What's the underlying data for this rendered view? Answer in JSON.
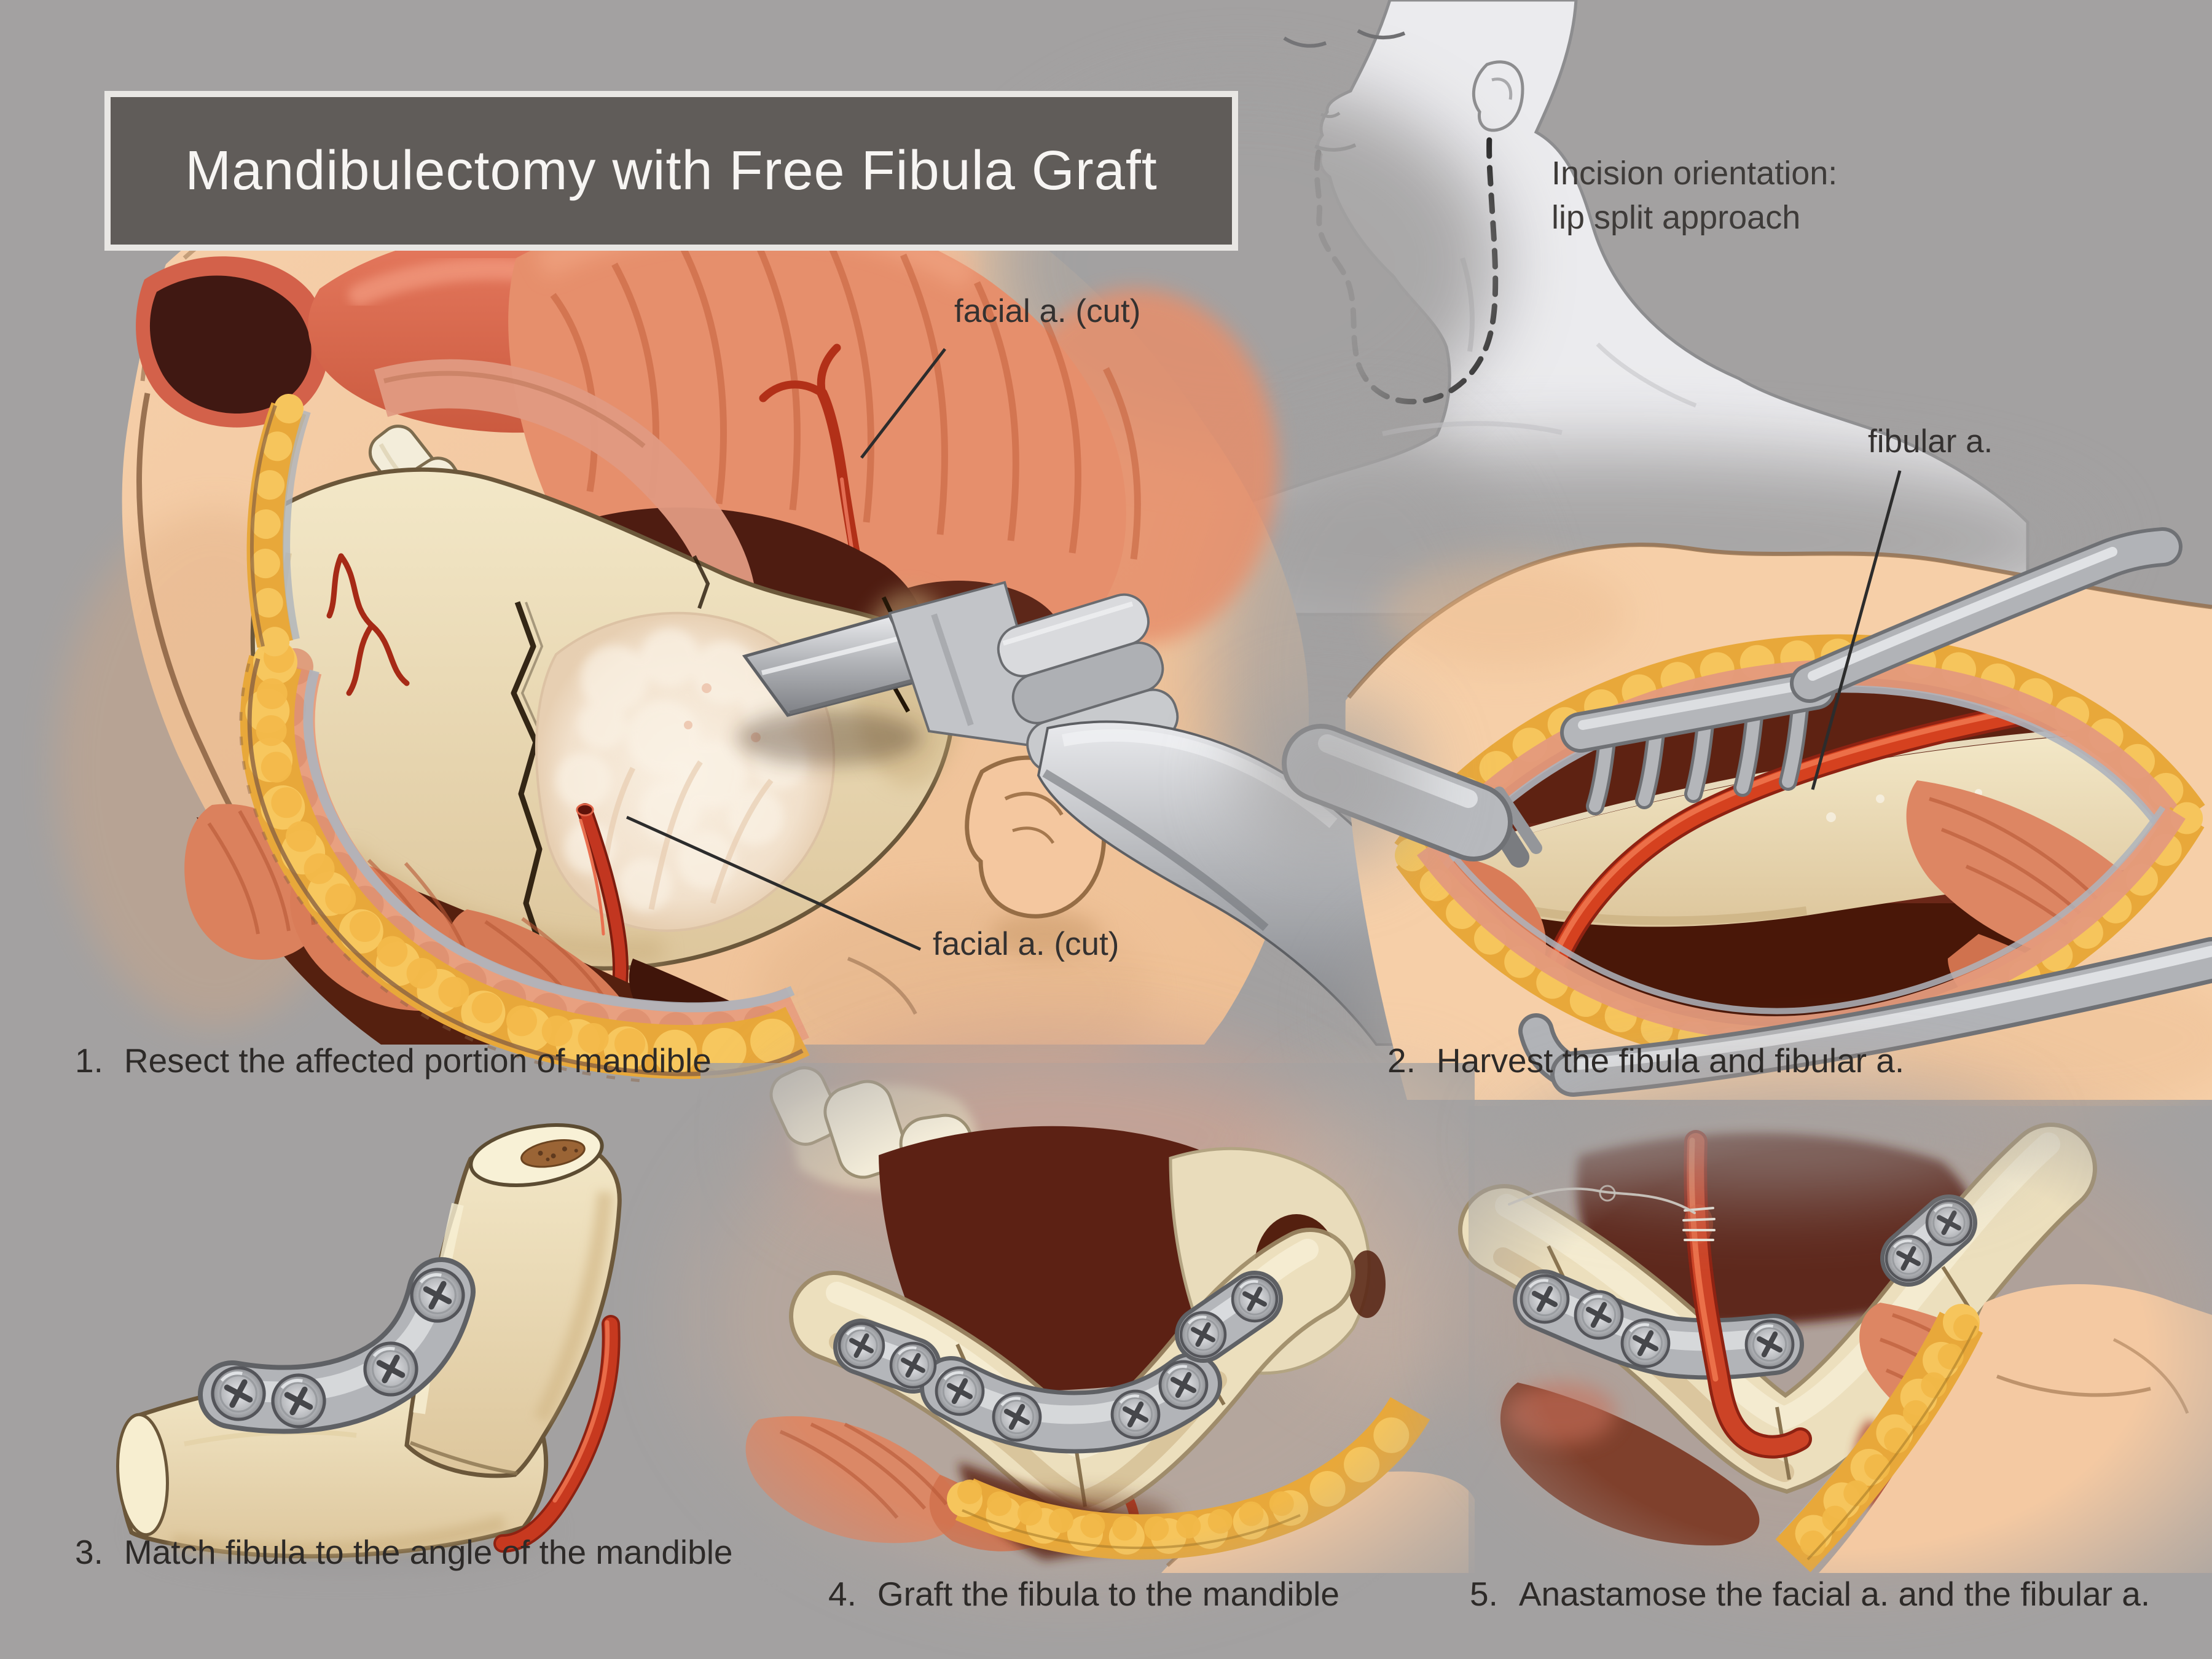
{
  "title": "Mandibulectomy with Free Fibula Graft",
  "incision_note": {
    "line1": "Incision orientation:",
    "line2": "lip split approach"
  },
  "labels": {
    "facial_artery_upper": "facial a. (cut)",
    "facial_artery_lower": "facial a. (cut)",
    "fibular_artery": "fibular a."
  },
  "steps": [
    {
      "number": "1.",
      "caption": "Resect the affected portion of mandible"
    },
    {
      "number": "2.",
      "caption": "Harvest the fibula and fibular a."
    },
    {
      "number": "3.",
      "caption": "Match fibula to the angle of the mandible"
    },
    {
      "number": "4.",
      "caption": "Graft the fibula to the mandible"
    },
    {
      "number": "5.",
      "caption": "Anastamose the facial a. and the fibular a."
    }
  ],
  "colors": {
    "background": "#a3a1a1",
    "title_box": "#605c59",
    "title_border": "#e9e7e4",
    "title_text": "#f7f5f3",
    "caption_text": "#2d2a28",
    "label_text": "#343130",
    "bone": "#ecdfbd",
    "tumor": "#f5ead9",
    "muscle": "#e08a66",
    "deep_tissue": "#5e2516",
    "fat": "#f2b53d",
    "artery": "#c7391f",
    "metal": "#b2b4b8",
    "flesh": "#f5cda7",
    "figure": "#ebebee"
  }
}
